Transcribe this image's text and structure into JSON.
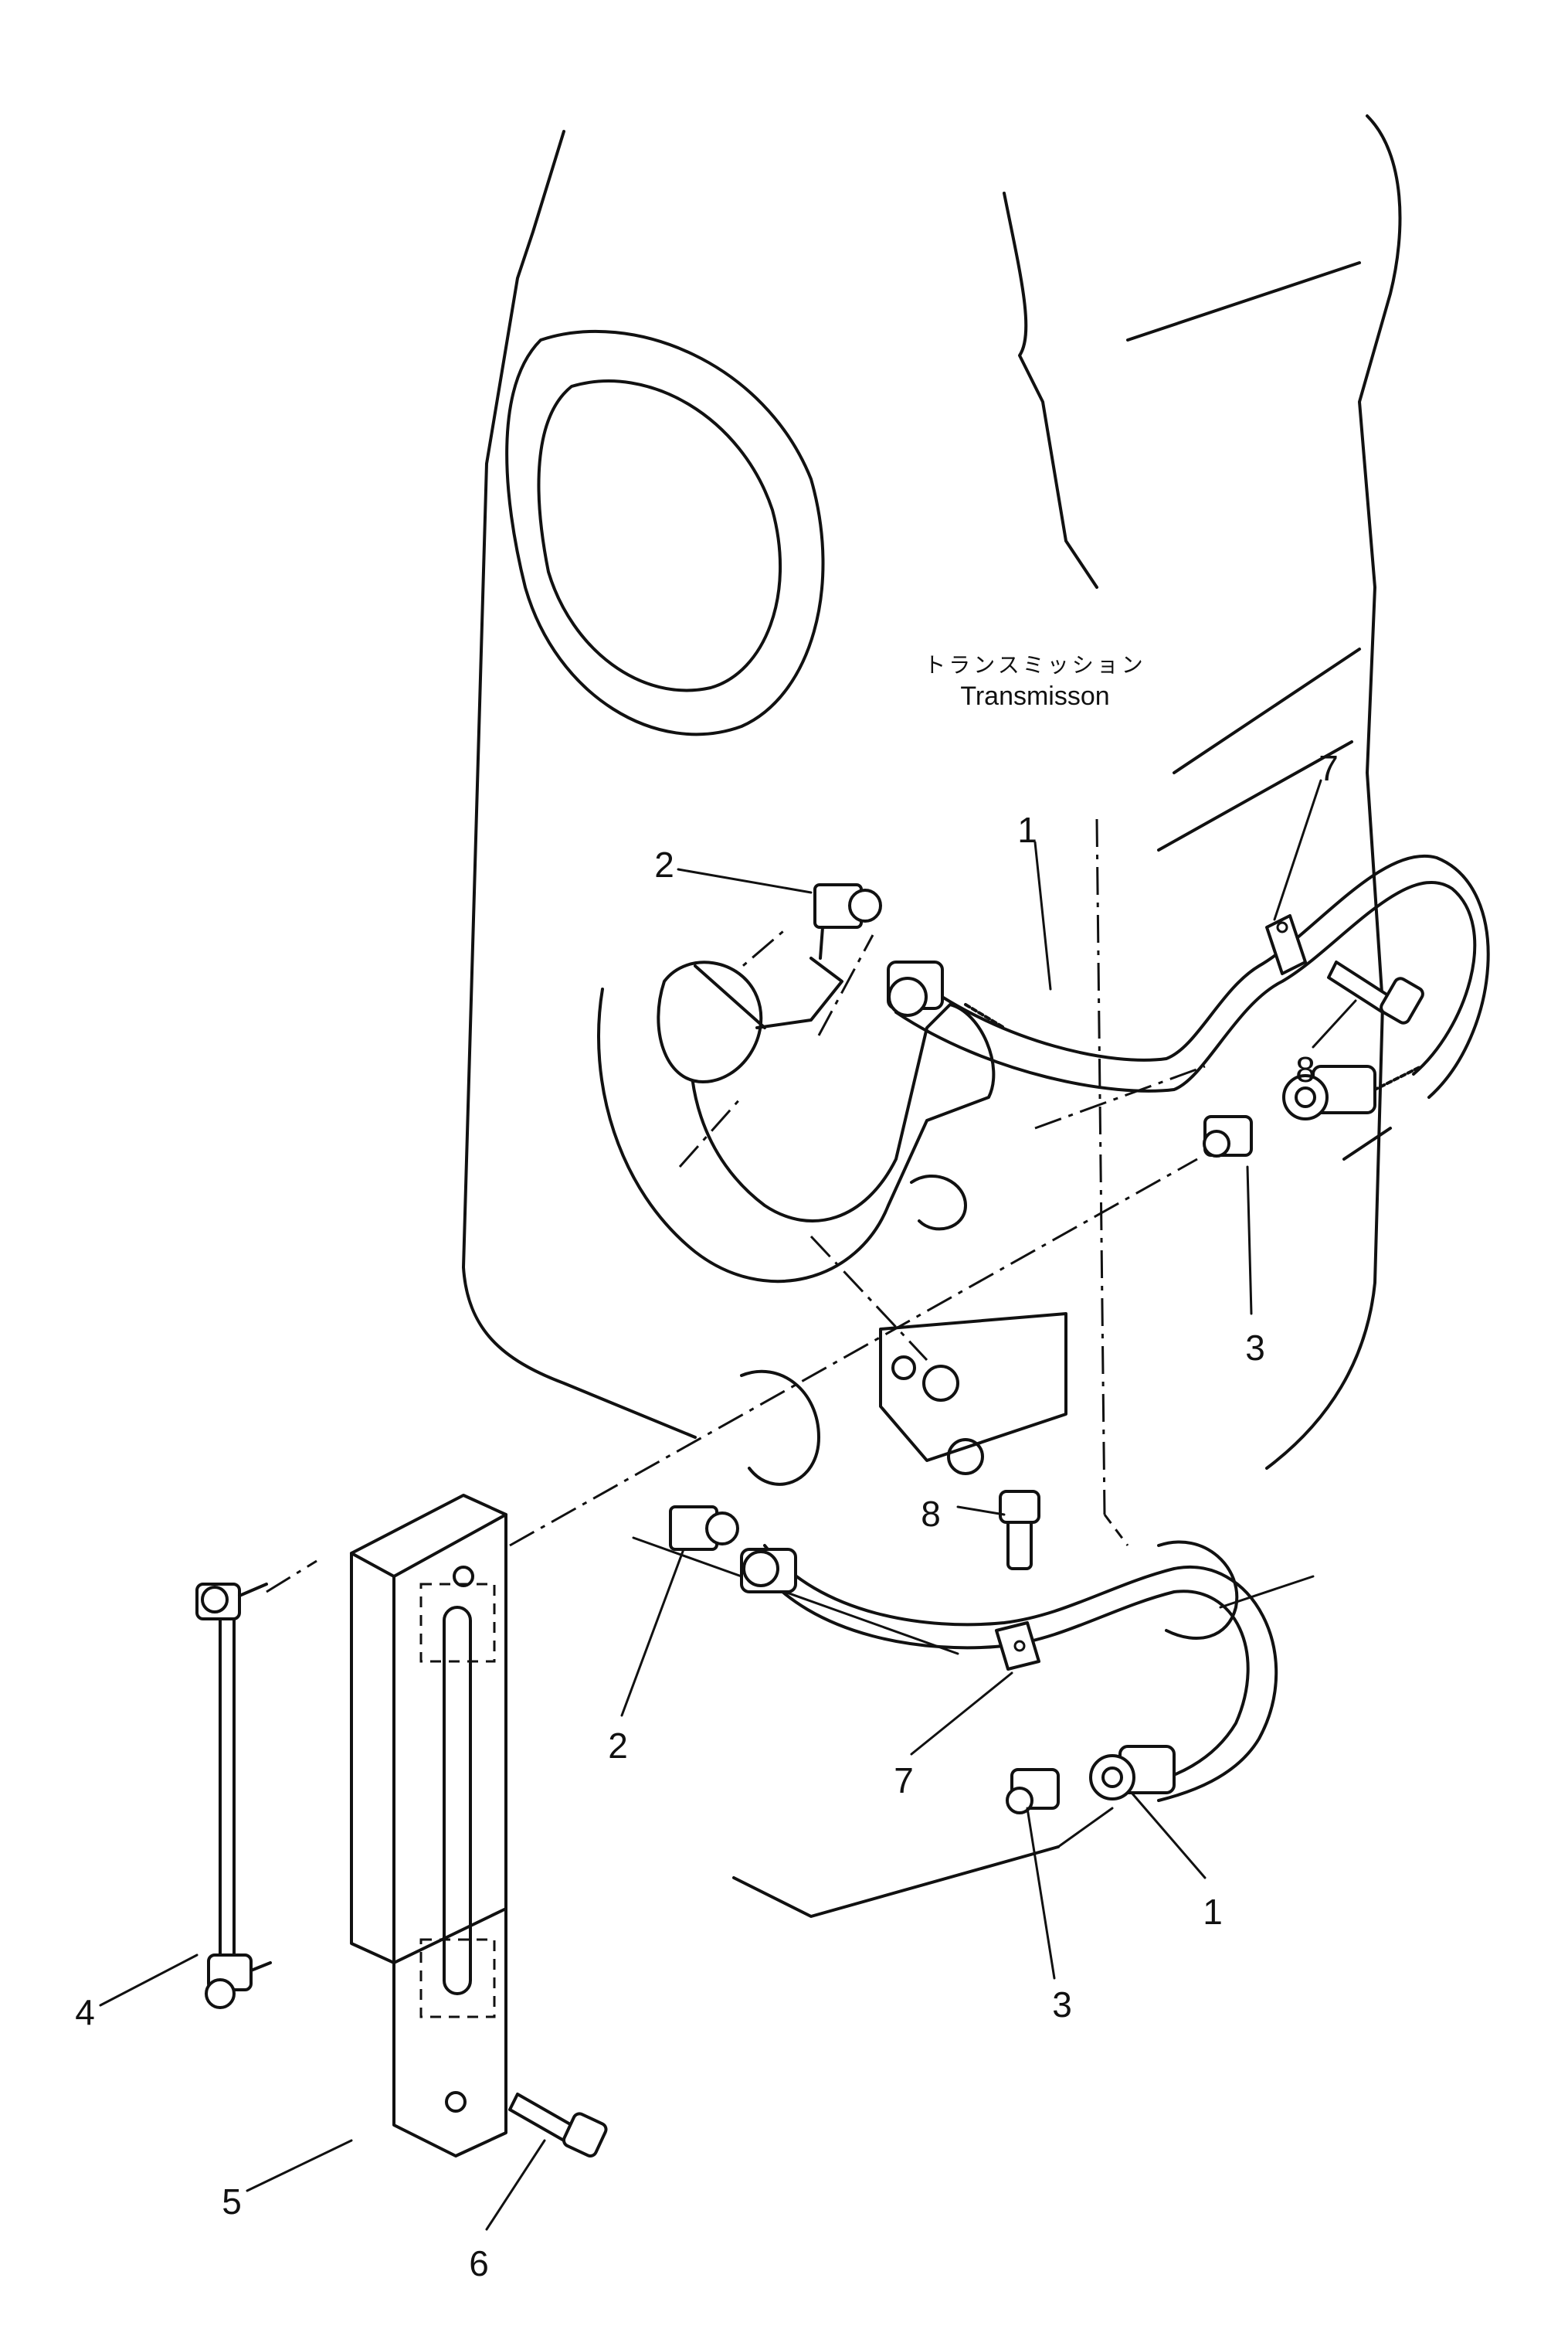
{
  "caption": {
    "japanese": "トランスミッション",
    "english": "Transmisson"
  },
  "callouts": {
    "hose_top": "1",
    "hose_bottom": "1",
    "elbow_top": "2",
    "elbow_bottom": "2",
    "connector_top": "3",
    "connector_bottom": "3",
    "sight_gauge": "4",
    "bracket": "5",
    "bolt_bracket": "6",
    "clamp_top": "7",
    "clamp_bottom": "7",
    "bolt_top": "8",
    "bolt_bottom": "8"
  }
}
